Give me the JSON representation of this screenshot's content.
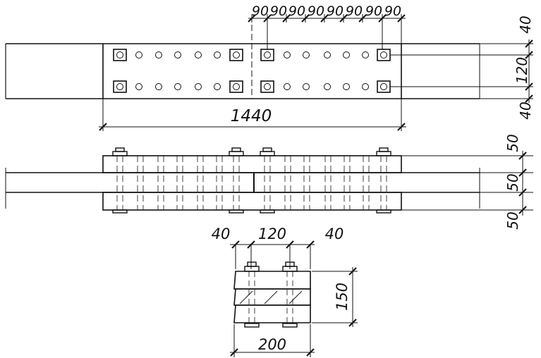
{
  "dimensions": {
    "plan_spacing": [
      "90",
      "90",
      "90",
      "90",
      "90",
      "90",
      "90",
      "90"
    ],
    "plan_right_top": "40",
    "plan_right_mid": "120",
    "plan_right_bottom": "40",
    "plan_length": "1440",
    "elevation_top": "50",
    "elevation_mid": "50",
    "elevation_bottom": "50",
    "section_left": "40",
    "section_mid": "120",
    "section_right": "40",
    "section_height": "150",
    "section_width": "200"
  },
  "colors": {
    "line": "#111111",
    "background": "#ffffff"
  }
}
